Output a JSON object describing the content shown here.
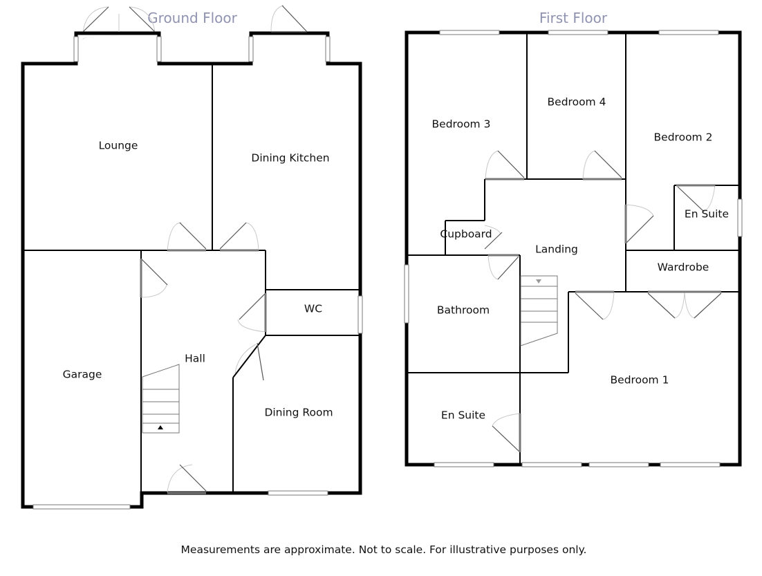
{
  "floors": {
    "ground": {
      "title": "Ground Floor",
      "rooms": {
        "lounge": "Lounge",
        "dining_kitchen": "Dining Kitchen",
        "garage": "Garage",
        "hall": "Hall",
        "wc": "WC",
        "dining_room": "Dining Room"
      }
    },
    "first": {
      "title": "First Floor",
      "rooms": {
        "bedroom_3": "Bedroom 3",
        "bedroom_4": "Bedroom 4",
        "bedroom_2": "Bedroom 2",
        "en_suite_bed2": "En Suite",
        "cupboard": "Cupboard",
        "landing": "Landing",
        "wardrobe": "Wardrobe",
        "bathroom": "Bathroom",
        "bedroom_1": "Bedroom 1",
        "en_suite_bed1": "En Suite"
      }
    }
  },
  "disclaimer": "Measurements are approximate. Not to scale. For illustrative purposes only.",
  "colors": {
    "walls": "#000000",
    "floor_title": "#8f93b0",
    "door_swing": "#c8c8c8",
    "window": "#777777"
  }
}
